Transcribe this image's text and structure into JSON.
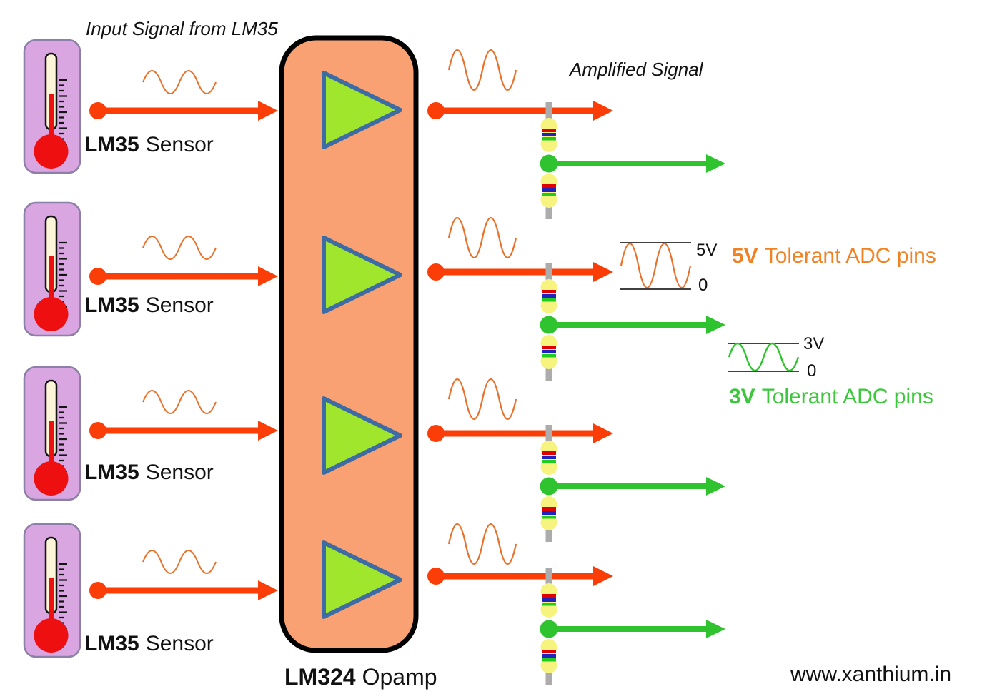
{
  "diagram": {
    "input_title": "Input Signal from LM35",
    "amplified_title": "Amplified Signal",
    "sensors": {
      "items": [
        {
          "name": "LM35",
          "type": "Sensor"
        },
        {
          "name": "LM35",
          "type": "Sensor"
        },
        {
          "name": "LM35",
          "type": "Sensor"
        },
        {
          "name": "LM35",
          "type": "Sensor"
        }
      ]
    },
    "opamp": {
      "name": "LM324",
      "type": "Opamp"
    },
    "adc_5v": {
      "bold": "5V",
      "rest": "Tolerant ADC pins",
      "level_label": "5V",
      "zero_label": "0"
    },
    "adc_3v": {
      "bold": "3V",
      "rest": "Tolerant ADC pins",
      "level_label": "3V",
      "zero_label": "0"
    },
    "footer": {
      "website": "www.xanthium.in"
    }
  },
  "colors": {
    "arrow-orange": "#FB3D07",
    "wave-orange": "#E8722C",
    "arrow-green": "#2FC42F",
    "opamp-fill": "#F9A173",
    "opamp-stroke": "#000000",
    "tri-fill": "#A0E62C",
    "tri-stroke": "#3D6CA5",
    "sensor-fill": "#D9A6E2",
    "sensor-stroke": "#8C7FA8",
    "tube-fill": "#FDF5D7",
    "mercury-red": "#EE1010",
    "resistor-body": "#F7F37F",
    "band-red": "#E00000",
    "band-blue": "#2121BE",
    "band-green": "#21CC21",
    "lead-gray": "#ACACAC",
    "text-dark": "#111111",
    "adc5-color": "#F08224",
    "adc3-color": "#3CC73C",
    "anno-line": "#000000"
  }
}
